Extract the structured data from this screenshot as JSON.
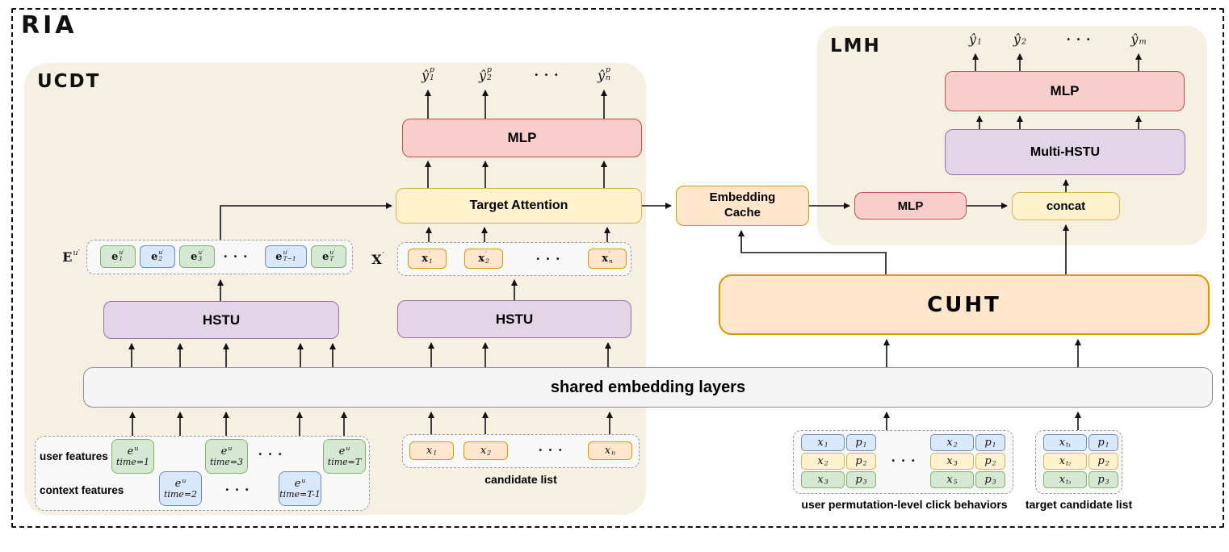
{
  "palette": {
    "beige_region": "#f6f0e2",
    "pink_fill": "#f8cecc",
    "pink_border": "#b85450",
    "purple_fill": "#e1d5e7",
    "purple_border": "#9673a6",
    "yellow_fill": "#fff2cc",
    "yellow_border": "#d6b656",
    "orange_fill": "#ffe6cc",
    "orange_border": "#d79b00",
    "green_fill": "#d5e8d4",
    "green_border": "#82b366",
    "blue_fill": "#dae8fc",
    "blue_border": "#6c8ebf",
    "gray_fill": "#f5f5f5",
    "container_border": "#9a9a9a",
    "arrow_color": "#111111"
  },
  "dots": "• • •",
  "ria_label": "RIA",
  "ucdt": {
    "label": "UCDT"
  },
  "lmh": {
    "label": "LMH"
  },
  "blocks": {
    "mlp_left": "MLP",
    "target_attention": "Target Attention",
    "hstu_left": "HSTU",
    "hstu_right": "HSTU",
    "shared_embedding": "shared embedding layers",
    "embedding_cache_line1": "Embedding",
    "embedding_cache_line2": "Cache",
    "mlp_mid": "MLP",
    "concat": "concat",
    "cuht": "CUHT",
    "multi_hstu": "Multi-HSTU",
    "mlp_right": "MLP"
  },
  "outputs_left": {
    "y1": {
      "base": "ŷ",
      "sup": "p",
      "sub": "1"
    },
    "y2": {
      "base": "ŷ",
      "sup": "p",
      "sub": "2"
    },
    "yn": {
      "base": "ŷ",
      "sup": "p",
      "sub": "n"
    }
  },
  "outputs_right": {
    "y1": {
      "base": "ŷ",
      "sub": "1"
    },
    "y2": {
      "base": "ŷ",
      "sub": "2"
    },
    "ym": {
      "base": "ŷ",
      "sub": "m"
    }
  },
  "e_row": {
    "label": {
      "base": "E",
      "sup": "u′",
      "bold": true
    },
    "t1": {
      "base": "e",
      "sup": "u′",
      "sub": "1",
      "bold": true
    },
    "t2": {
      "base": "e",
      "sup": "u′",
      "sub": "2",
      "bold": true
    },
    "t3": {
      "base": "e",
      "sup": "u′",
      "sub": "3",
      "bold": true
    },
    "t4": {
      "base": "e",
      "sup": "u′",
      "sub": "T−1",
      "bold": true
    },
    "t5": {
      "base": "e",
      "sup": "u′",
      "sub": "T",
      "bold": true
    }
  },
  "x_row": {
    "label": {
      "base": "X",
      "sup": "′",
      "bold": true
    },
    "t1": {
      "base": "x",
      "sup": "′",
      "sub": "1",
      "bold": true
    },
    "t2": {
      "base": "x",
      "sup": "′",
      "sub": "2",
      "bold": true
    },
    "tn": {
      "base": "x",
      "sup": "′",
      "sub": "n",
      "bold": true
    }
  },
  "features": {
    "row1_label": "user features",
    "row2_label": "context features",
    "b1": {
      "math": {
        "base": "e",
        "sup": "u"
      },
      "time": "time=1"
    },
    "b2": {
      "math": {
        "base": "e",
        "sup": "u"
      },
      "time": "time=2"
    },
    "b3": {
      "math": {
        "base": "e",
        "sup": "u"
      },
      "time": "time=3"
    },
    "b4": {
      "math": {
        "base": "e",
        "sup": "u"
      },
      "time": "time=T-1"
    },
    "b5": {
      "math": {
        "base": "e",
        "sup": "u"
      },
      "time": "time=T"
    }
  },
  "candidate": {
    "label": "candidate list",
    "t1": {
      "base": "x",
      "sub": "1"
    },
    "t2": {
      "base": "x",
      "sub": "2"
    },
    "tn": {
      "base": "x",
      "sub": "n"
    }
  },
  "behaviors": {
    "label": "user permutation-level click behaviors",
    "grid1": {
      "r1c1": {
        "base": "x",
        "sub": "1"
      },
      "r1c2": {
        "base": "p",
        "sub": "1"
      },
      "r2c1": {
        "base": "x",
        "sub": "2"
      },
      "r2c2": {
        "base": "p",
        "sub": "2"
      },
      "r3c1": {
        "base": "x",
        "sub": "3"
      },
      "r3c2": {
        "base": "p",
        "sub": "3"
      }
    },
    "grid2": {
      "r1c1": {
        "base": "x",
        "sub": "2"
      },
      "r1c2": {
        "base": "p",
        "sub": "1"
      },
      "r2c1": {
        "base": "x",
        "sub": "3"
      },
      "r2c2": {
        "base": "p",
        "sub": "2"
      },
      "r3c1": {
        "base": "x",
        "sub": "5"
      },
      "r3c2": {
        "base": "p",
        "sub": "3"
      }
    }
  },
  "target_list": {
    "label": "target candidate list",
    "r1c1": {
      "base": "x",
      "sub": "t₁"
    },
    "r1c2": {
      "base": "p",
      "sub": "1"
    },
    "r2c1": {
      "base": "x",
      "sub": "t₂"
    },
    "r2c2": {
      "base": "p",
      "sub": "2"
    },
    "r3c1": {
      "base": "x",
      "sub": "t₃"
    },
    "r3c2": {
      "base": "p",
      "sub": "3"
    }
  }
}
